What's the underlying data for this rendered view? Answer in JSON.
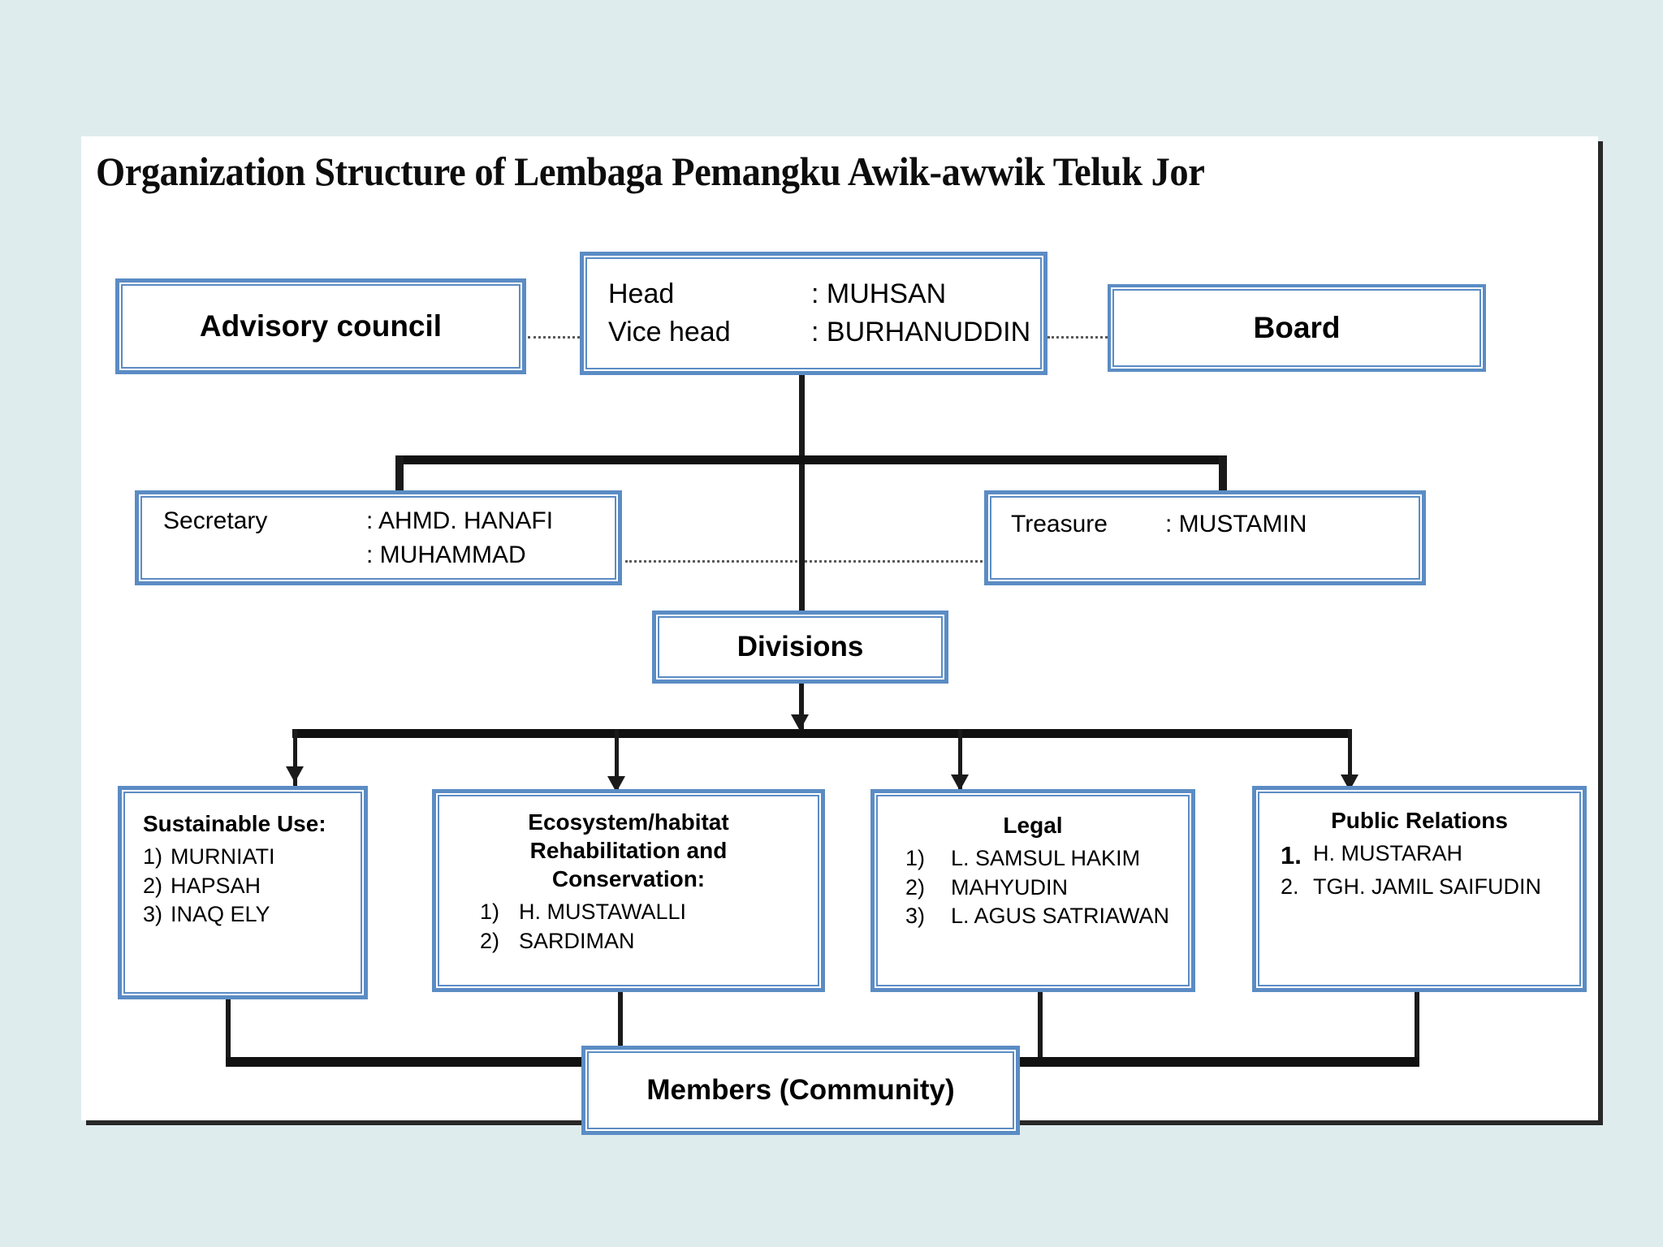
{
  "page": {
    "background_color": "#dfeced",
    "panel_color": "#ffffff",
    "accent_color": "#5b8cc4",
    "line_color": "#1a1a1a"
  },
  "title": "Organization Structure of Lembaga Pemangku  Awik-awwik Teluk Jor",
  "nodes": {
    "advisory_council": {
      "label": "Advisory council"
    },
    "board": {
      "label": "Board"
    },
    "head": {
      "rows": [
        {
          "key": "Head",
          "value": ": MUHSAN"
        },
        {
          "key": "Vice head",
          "value": ": BURHANUDDIN"
        }
      ]
    },
    "secretary": {
      "rows": [
        {
          "key": "Secretary",
          "value": ": AHMD. HANAFI"
        },
        {
          "key": "",
          "value": ": MUHAMMAD"
        }
      ]
    },
    "treasure": {
      "rows": [
        {
          "key": "Treasure",
          "value": ": MUSTAMIN"
        }
      ]
    },
    "divisions": {
      "label": "Divisions"
    },
    "members": {
      "label": "Members (Community)"
    }
  },
  "divisions": [
    {
      "id": "sustainable-use",
      "heading": "Sustainable Use:",
      "heading_align": "left",
      "items": [
        {
          "num": "1)",
          "text": "MURNIATI"
        },
        {
          "num": "2)",
          "text": "HAPSAH"
        },
        {
          "num": "3)",
          "text": "INAQ ELY"
        }
      ]
    },
    {
      "id": "ecosystem-habitat",
      "heading": "Ecosystem/habitat Rehabilitation and Conservation:",
      "heading_lines": [
        "Ecosystem/habitat",
        "Rehabilitation and",
        "Conservation:"
      ],
      "heading_align": "center",
      "items": [
        {
          "num": "1)",
          "text": "H. MUSTAWALLI"
        },
        {
          "num": "2)",
          "text": "SARDIMAN"
        }
      ]
    },
    {
      "id": "legal",
      "heading": "Legal",
      "heading_align": "center",
      "items": [
        {
          "num": "1)",
          "text": "L. SAMSUL HAKIM"
        },
        {
          "num": "2)",
          "text": "MAHYUDIN"
        },
        {
          "num": "3)",
          "text": "L. AGUS SATRIAWAN"
        }
      ]
    },
    {
      "id": "public-relations",
      "heading": "Public Relations",
      "heading_align": "center",
      "items": [
        {
          "num": "1.",
          "text": "H. MUSTARAH"
        },
        {
          "num": "2.",
          "text": "TGH. JAMIL SAIFUDIN"
        }
      ]
    }
  ]
}
